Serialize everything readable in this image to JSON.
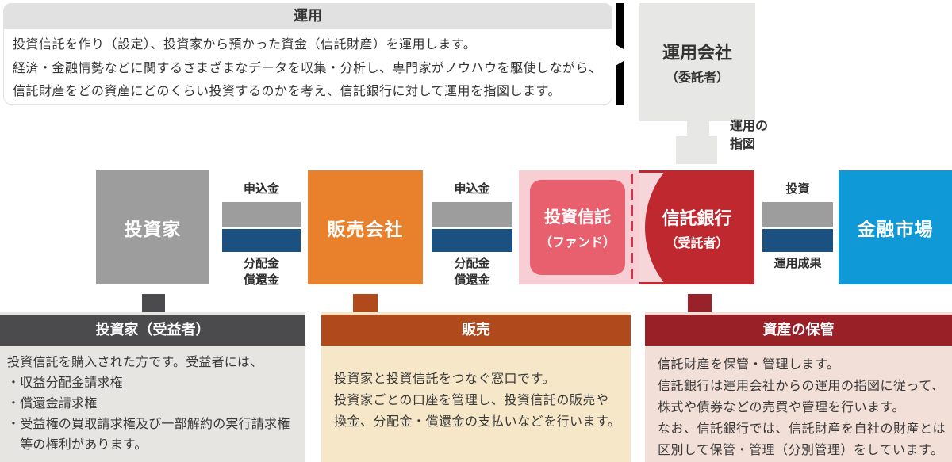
{
  "operation": {
    "title": "運用",
    "lines": [
      "投資信託を作り（設定）、投資家から預かった資金（信託財産）を運用します。",
      "経済・金融情勢などに関するさまざまなデータを収集・分析し、専門家がノウハウを駆使しながら、",
      "信託財産をどの資産にどのくらい投資するのかを考え、信託銀行に対して運用を指図します。"
    ]
  },
  "management": {
    "name": "運用会社",
    "role": "（委託者）",
    "instruction": "運用の\n指図"
  },
  "flow": {
    "investor": "投資家",
    "distributor": "販売会社",
    "fund_name": "投資信託",
    "fund_sub": "（ファンド）",
    "bank_name": "信託銀行",
    "bank_sub": "（受託者）",
    "market": "金融市場",
    "gap1_top": "申込金",
    "gap1_bottom": "分配金\n償還金",
    "gap2_top": "申込金",
    "gap2_bottom": "分配金\n償還金",
    "gap3_top": "投資",
    "gap3_bottom": "運用成果"
  },
  "sections": {
    "investor": {
      "title": "投資家（受益者）",
      "lines": [
        "投資信託を購入された方です。受益者には、",
        "・収益分配金請求権",
        "・償還金請求権",
        "・受益権の買取請求権及び一部解約の実行請求権",
        "　等の権利があります。"
      ]
    },
    "sales": {
      "title": "販売",
      "lines": [
        "投資家と投資信託をつなぐ窓口です。",
        "投資家ごとの口座を管理し、投資信託の販売や",
        "換金、分配金・償還金の支払いなどを行います。"
      ]
    },
    "custody": {
      "title": "資産の保管",
      "lines": [
        "信託財産を保管・管理します。",
        "信託銀行は運用会社からの運用の指図に従って、",
        "株式や債券などの売買や管理を行います。",
        "なお、信託銀行では、信託財産を自社の財産とは",
        "区別して保管・管理（分別管理）をしています。"
      ]
    }
  },
  "colors": {
    "investor_gray": "#9d9d9d",
    "distributor_orange": "#e8802c",
    "fund_panel_pink": "#f6ced4",
    "fund_rose": "#e8606e",
    "bank_red": "#c0282f",
    "bank_pink": "#f7d6db",
    "market_blue": "#0f99d6",
    "flow_bar_blue": "#1b5180",
    "dashed_line_red": "#c5374d",
    "section_investor_header": "#4b4b4d",
    "section_sales_header": "#b04a1c",
    "section_custody_header": "#9a2028",
    "section_investor_body": "#e6e5e2",
    "section_sales_body": "#f5e7c8",
    "section_custody_body": "#f2dfd7",
    "neutral_box_gray": "#e7e7e5"
  }
}
